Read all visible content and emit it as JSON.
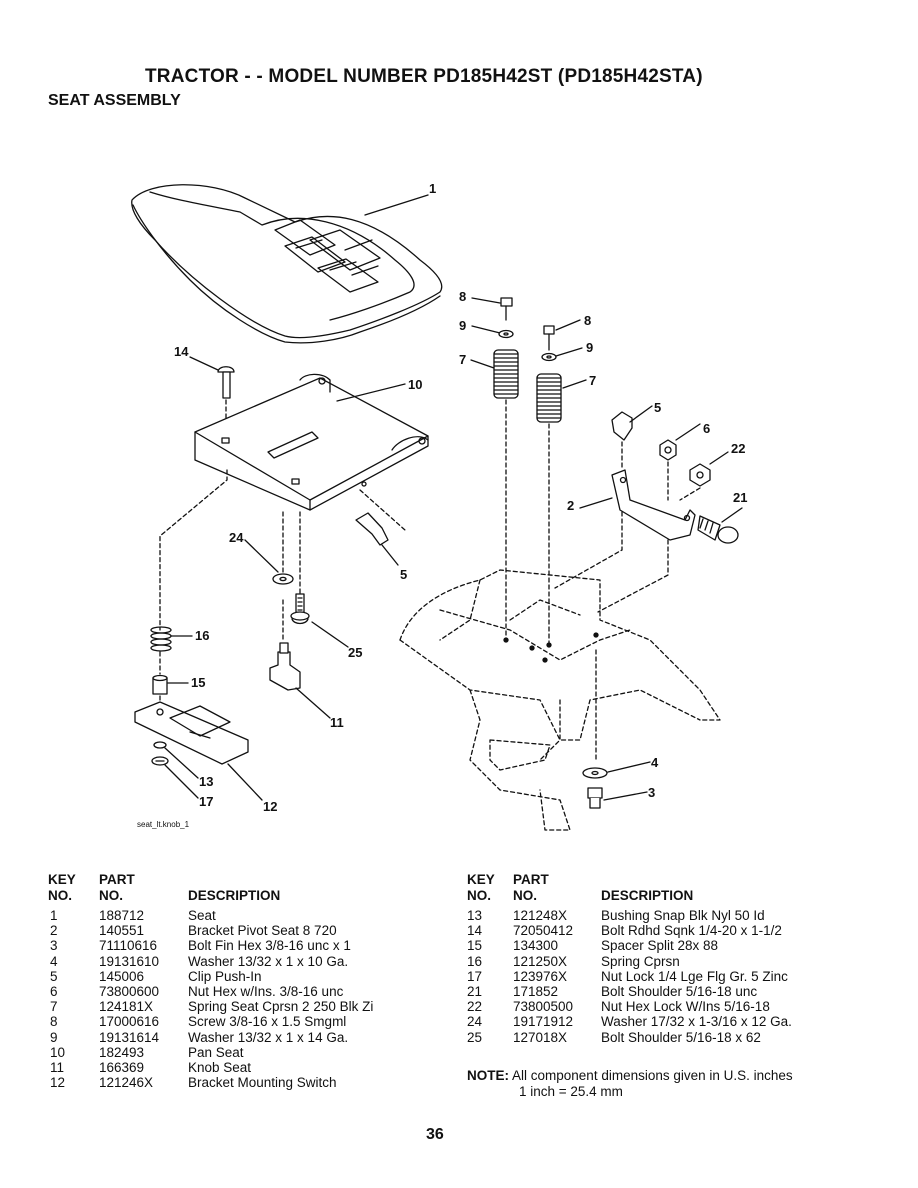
{
  "header": {
    "title": "TRACTOR - - MODEL NUMBER PD185H42ST (PD185H42STA)",
    "subtitle": "SEAT ASSEMBLY"
  },
  "diagram": {
    "figure_id": "seat_lt.knob_1",
    "callouts": [
      "1",
      "14",
      "10",
      "8",
      "9",
      "7",
      "8",
      "9",
      "7",
      "5",
      "6",
      "22",
      "2",
      "21",
      "24",
      "5",
      "16",
      "25",
      "15",
      "11",
      "13",
      "17",
      "12",
      "4",
      "3"
    ]
  },
  "table_headers": {
    "key_line1": "KEY",
    "key_line2": "NO.",
    "part_line1": "PART",
    "part_line2": "NO.",
    "description": "DESCRIPTION"
  },
  "parts_left": [
    {
      "key": "1",
      "part": "188712",
      "desc": "Seat"
    },
    {
      "key": "2",
      "part": "140551",
      "desc": "Bracket Pivot Seat 8 720"
    },
    {
      "key": "3",
      "part": "71110616",
      "desc": "Bolt Fin Hex 3/8-16 unc x 1"
    },
    {
      "key": "4",
      "part": "19131610",
      "desc": "Washer 13/32 x 1 x 10 Ga."
    },
    {
      "key": "5",
      "part": "145006",
      "desc": "Clip Push-In"
    },
    {
      "key": "6",
      "part": "73800600",
      "desc": "Nut Hex w/Ins. 3/8-16 unc"
    },
    {
      "key": "7",
      "part": "124181X",
      "desc": "Spring Seat Cprsn 2 250 Blk Zi"
    },
    {
      "key": "8",
      "part": "17000616",
      "desc": "Screw 3/8-16 x 1.5  Smgml"
    },
    {
      "key": "9",
      "part": "19131614",
      "desc": "Washer 13/32 x 1 x 14 Ga."
    },
    {
      "key": "10",
      "part": "182493",
      "desc": "Pan Seat"
    },
    {
      "key": "11",
      "part": "166369",
      "desc": "Knob Seat"
    },
    {
      "key": "12",
      "part": "121246X",
      "desc": "Bracket Mounting Switch"
    }
  ],
  "parts_right": [
    {
      "key": "13",
      "part": "121248X",
      "desc": "Bushing Snap Blk Nyl 50 Id"
    },
    {
      "key": "14",
      "part": "72050412",
      "desc": "Bolt Rdhd Sqnk 1/4-20 x 1-1/2"
    },
    {
      "key": "15",
      "part": "134300",
      "desc": "Spacer Split 28x 88"
    },
    {
      "key": "16",
      "part": "121250X",
      "desc": "Spring Cprsn"
    },
    {
      "key": "17",
      "part": "123976X",
      "desc": "Nut Lock 1/4 Lge Flg Gr. 5 Zinc"
    },
    {
      "key": "21",
      "part": "171852",
      "desc": "Bolt Shoulder 5/16-18 unc"
    },
    {
      "key": "22",
      "part": "73800500",
      "desc": "Nut Hex  Lock W/Ins  5/16-18"
    },
    {
      "key": "24",
      "part": "19171912",
      "desc": "Washer 17/32 x 1-3/16 x 12 Ga."
    },
    {
      "key": "25",
      "part": "127018X",
      "desc": "Bolt Shoulder 5/16-18 x 62"
    }
  ],
  "note": {
    "label": "NOTE:",
    "line1": "All component dimensions given in U.S. inches",
    "line2": "1 inch = 25.4 mm"
  },
  "page_number": "36"
}
